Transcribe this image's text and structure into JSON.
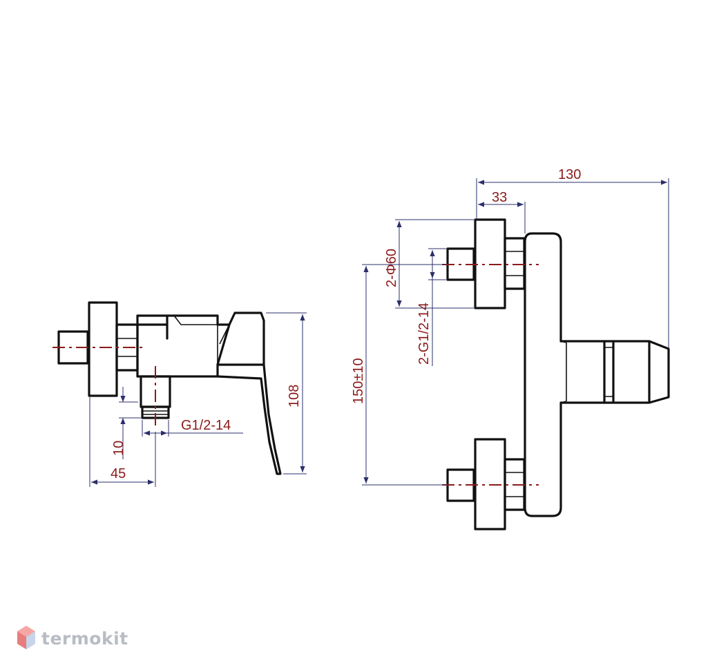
{
  "dimensions": {
    "side_width": "45",
    "side_height": "108",
    "side_thread": "G1/2-14",
    "side_gap": "10",
    "front_width": "130",
    "front_offset": "33",
    "flange_diameter": "2-Φ60",
    "front_thread": "2-G1/2-14",
    "center_distance": "150±10"
  },
  "logo": {
    "text": "termokit",
    "icon": "hexagon-cube-icon"
  },
  "colors": {
    "dimension_text": "#8b1a1a",
    "dimension_line": "#2b2f6b",
    "outline": "#111111",
    "logo_text": "#b8bcc4"
  }
}
